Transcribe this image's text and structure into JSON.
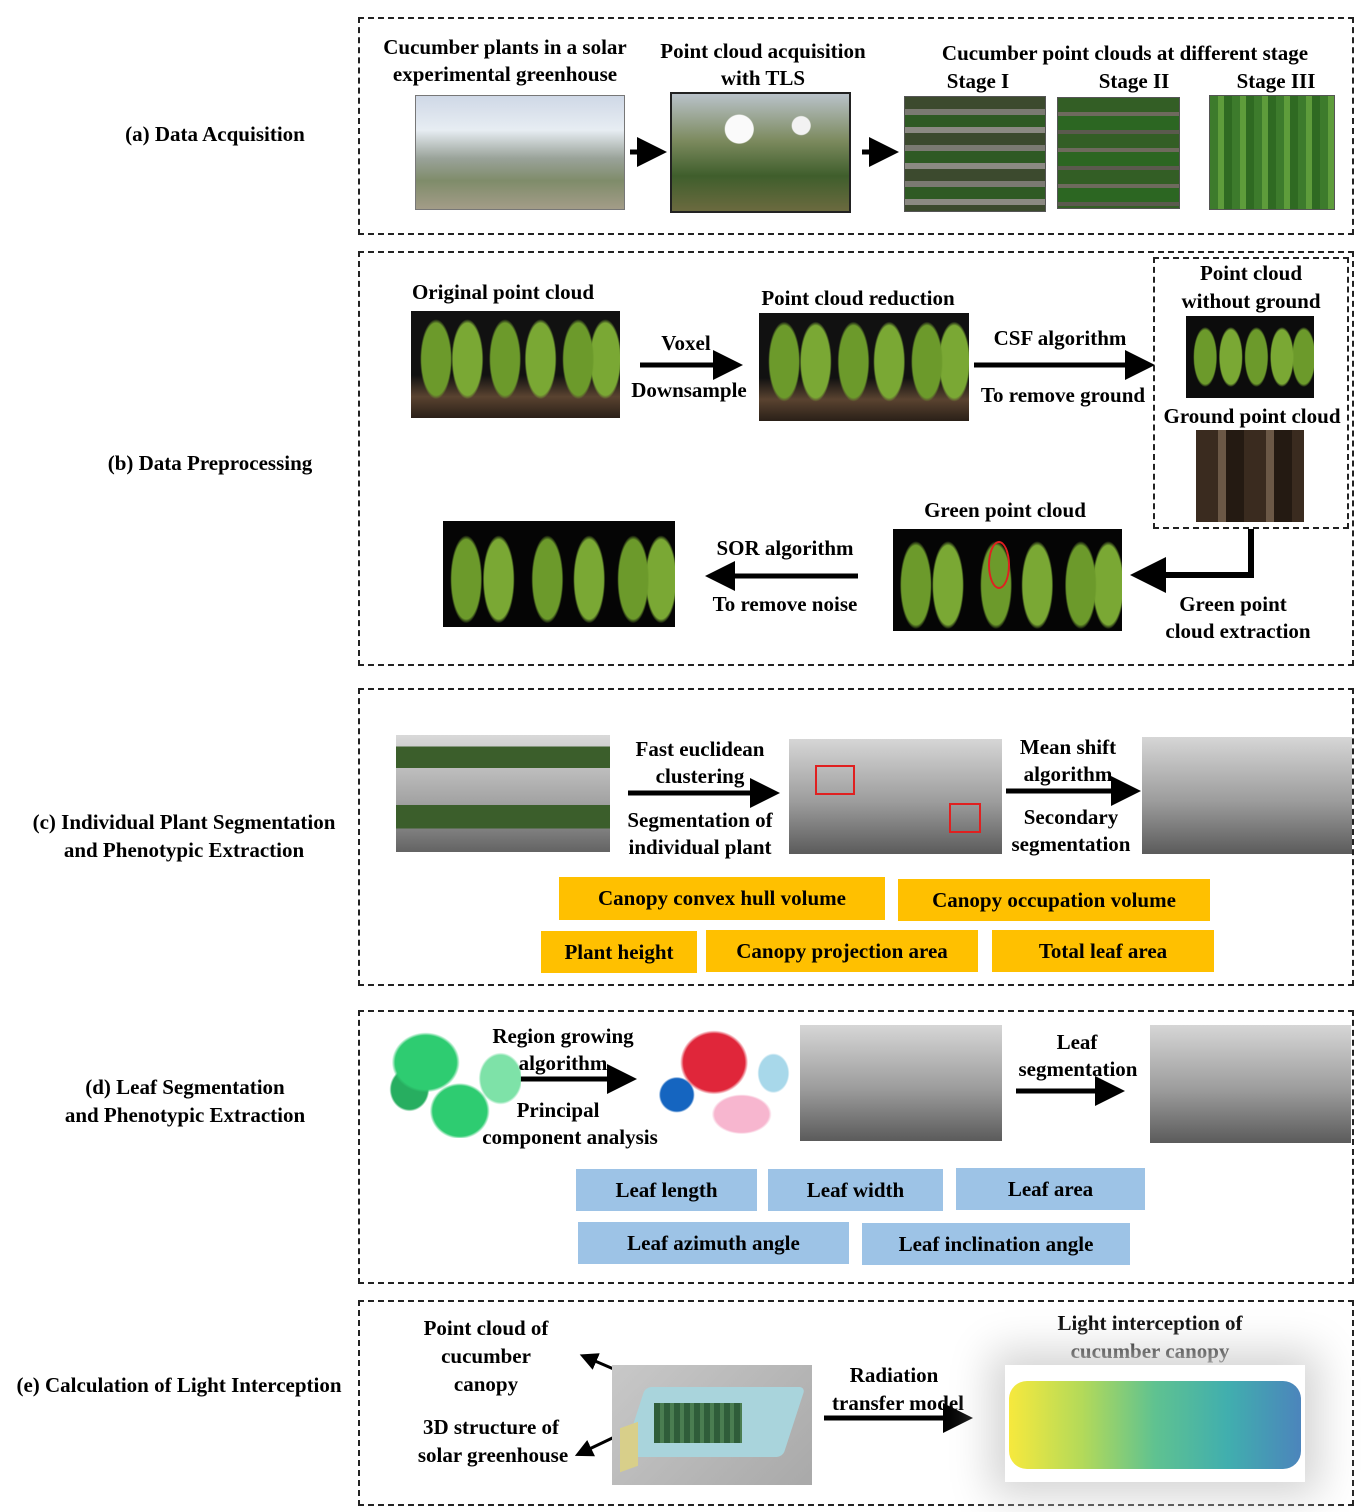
{
  "sections": {
    "a": {
      "label": "(a) Data Acquisition",
      "cap_greenhouse_1": "Cucumber plants in a solar",
      "cap_greenhouse_2": "experimental greenhouse",
      "cap_tls_1": "Point cloud acquisition",
      "cap_tls_2": "with TLS",
      "cap_stages": "Cucumber point clouds at different stage",
      "stage1": "Stage I",
      "stage2": "Stage II",
      "stage3": "Stage III"
    },
    "b": {
      "label": "(b) Data Preprocessing",
      "original": "Original point cloud",
      "voxel": "Voxel",
      "downsample": "Downsample",
      "reduction": "Point cloud reduction",
      "csf": "CSF algorithm",
      "remove_ground": "To remove ground",
      "without_ground_1": "Point cloud",
      "without_ground_2": "without ground",
      "ground": "Ground point cloud",
      "green": "Green point cloud",
      "sor": "SOR algorithm",
      "remove_noise": "To remove  noise",
      "green_extract_1": "Green point",
      "green_extract_2": "cloud extraction"
    },
    "c": {
      "label_1": "(c) Individual Plant Segmentation",
      "label_2": "and Phenotypic Extraction",
      "fec_1": "Fast euclidean",
      "fec_2": "clustering",
      "seg_1": "Segmentation of",
      "seg_2": "individual plant",
      "ms_1": "Mean shift",
      "ms_2": "algorithm",
      "sec_1": "Secondary",
      "sec_2": "segmentation",
      "tags": [
        "Canopy convex hull volume",
        "Canopy occupation volume",
        "Plant height",
        "Canopy projection area",
        "Total leaf area"
      ]
    },
    "d": {
      "label_1": "(d) Leaf Segmentation",
      "label_2": "and Phenotypic Extraction",
      "rg_1": "Region growing",
      "rg_2": "algorithm",
      "pca_1": "Principal",
      "pca_2": "component analysis",
      "leaf_1": "Leaf",
      "leaf_2": "segmentation",
      "tags": [
        "Leaf  length",
        "Leaf  width",
        "Leaf  area",
        "Leaf  azimuth angle",
        "Leaf inclination angle"
      ]
    },
    "e": {
      "label": "(e) Calculation of  Light Interception",
      "pc_1": "Point cloud of",
      "pc_2": "cucumber",
      "pc_3": "canopy",
      "gh_1": "3D structure of",
      "gh_2": "solar greenhouse",
      "rt_1": "Radiation",
      "rt_2": "transfer model",
      "li_1": "Light  interception of",
      "li_2": "cucumber canopy"
    }
  },
  "colors": {
    "orange_tag": "#ffc000",
    "blue_tag": "#9dc3e6",
    "highlight_box": "#e02020"
  }
}
